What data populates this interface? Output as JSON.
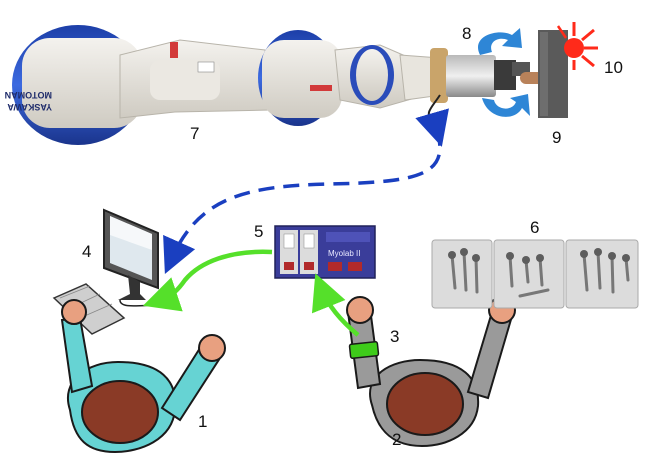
{
  "labels": {
    "operator": "1",
    "subject": "2",
    "emg_sensor": "3",
    "computer": "4",
    "acquisition_device": "5",
    "parts_tray": "6",
    "robot_arm": "7",
    "gripper_rotation": "8",
    "target_block": "9",
    "light_indicator": "10"
  },
  "device": {
    "name": "Myolab II"
  },
  "robot": {
    "brand_text": "YASKAWA",
    "model_text": "MOTOMAN"
  },
  "colors": {
    "robot_body": "#e4e1da",
    "robot_joint": "#2f58c8",
    "dashed_arrow": "#1a3fc0",
    "solid_arrow": "#55e02a",
    "operator_shirt": "#66d3d3",
    "subject_shirt": "#9a9a9a",
    "head": "#8a3a26",
    "hand": "#e8a080",
    "light": "#ff2a1a",
    "device_panel": "#3a3d9a"
  }
}
